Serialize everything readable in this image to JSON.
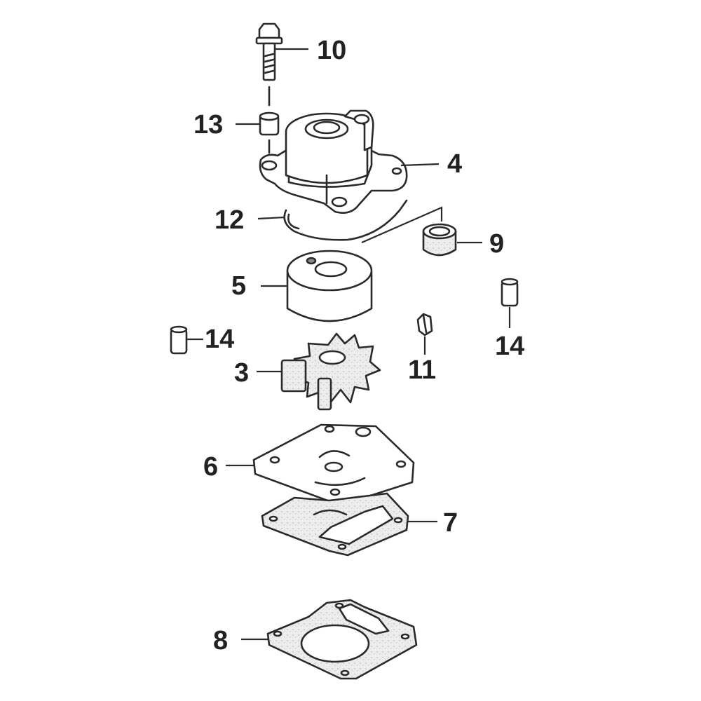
{
  "diagram": {
    "labels": [
      {
        "id": "bolt",
        "text": "10"
      },
      {
        "id": "collar",
        "text": "13"
      },
      {
        "id": "pump-case",
        "text": "4"
      },
      {
        "id": "grommet",
        "text": "12"
      },
      {
        "id": "seal-ring",
        "text": "9"
      },
      {
        "id": "insert-cartridge",
        "text": "5"
      },
      {
        "id": "dowel-pin-left",
        "text": "14"
      },
      {
        "id": "dowel-pin-right",
        "text": "14"
      },
      {
        "id": "key",
        "text": "11"
      },
      {
        "id": "impeller",
        "text": "3"
      },
      {
        "id": "plate",
        "text": "6"
      },
      {
        "id": "gasket-upper",
        "text": "7"
      },
      {
        "id": "gasket-lower",
        "text": "8"
      }
    ]
  },
  "colors": {
    "line": "#2a2a2a",
    "fill": "#ffffff",
    "speckle": "#e8e8e8",
    "label": "#222222"
  }
}
